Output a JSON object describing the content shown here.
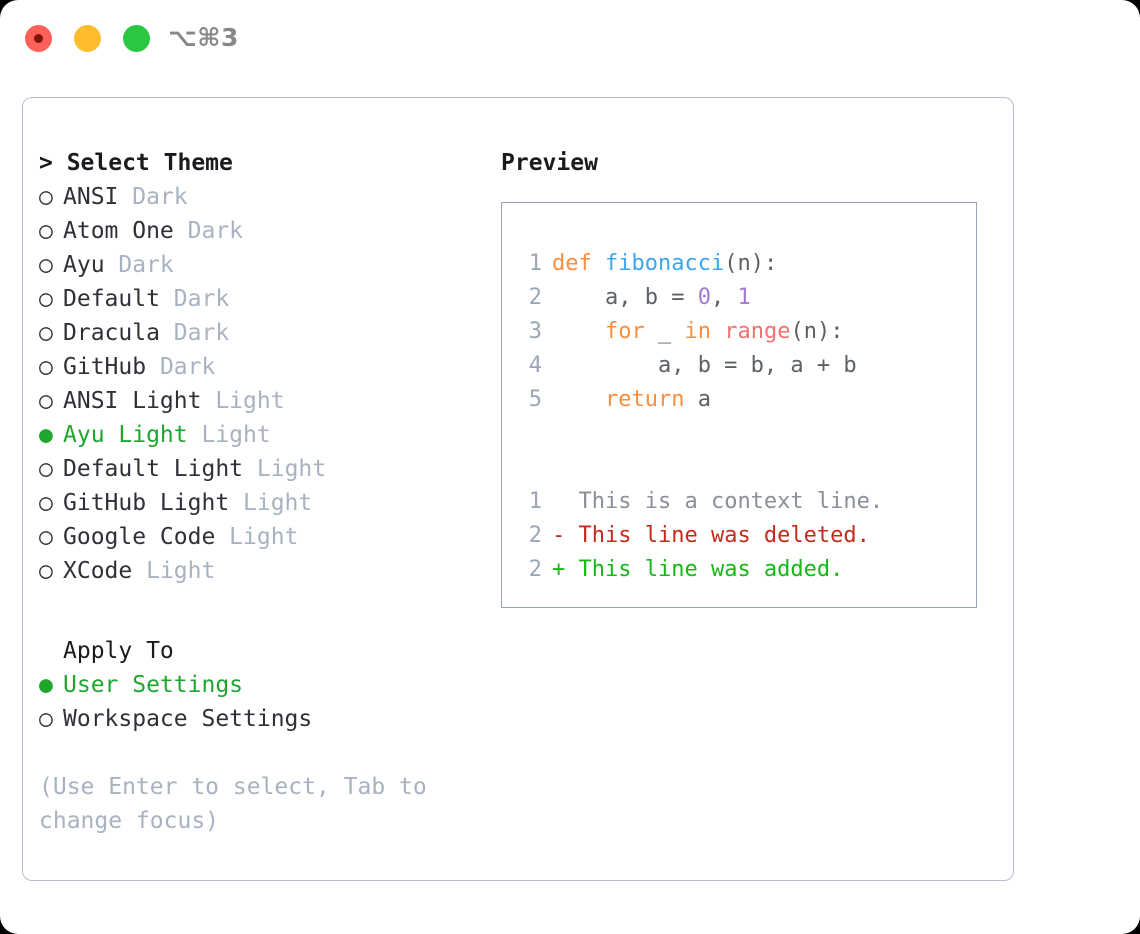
{
  "window": {
    "shortcut": "⌥⌘3",
    "traffic_lights": [
      {
        "name": "close",
        "color": "#ff6058"
      },
      {
        "name": "minimize",
        "color": "#ffbd2e"
      },
      {
        "name": "maximize",
        "color": "#28c840"
      }
    ]
  },
  "theme_section": {
    "title": "> Select Theme",
    "options": [
      {
        "bullet": "○",
        "label": "ANSI ",
        "suffix": "Dark",
        "selected": false
      },
      {
        "bullet": "○",
        "label": "Atom One ",
        "suffix": "Dark",
        "selected": false
      },
      {
        "bullet": "○",
        "label": "Ayu ",
        "suffix": "Dark",
        "selected": false
      },
      {
        "bullet": "○",
        "label": "Default ",
        "suffix": "Dark",
        "selected": false
      },
      {
        "bullet": "○",
        "label": "Dracula ",
        "suffix": "Dark",
        "selected": false
      },
      {
        "bullet": "○",
        "label": "GitHub ",
        "suffix": "Dark",
        "selected": false
      },
      {
        "bullet": "○",
        "label": "ANSI Light ",
        "suffix": "Light",
        "selected": false
      },
      {
        "bullet": "●",
        "label": "Ayu Light ",
        "suffix": "Light",
        "selected": true
      },
      {
        "bullet": "○",
        "label": "Default Light ",
        "suffix": "Light",
        "selected": false
      },
      {
        "bullet": "○",
        "label": "GitHub Light ",
        "suffix": "Light",
        "selected": false
      },
      {
        "bullet": "○",
        "label": "Google Code ",
        "suffix": "Light",
        "selected": false
      },
      {
        "bullet": "○",
        "label": "XCode ",
        "suffix": "Light",
        "selected": false
      }
    ]
  },
  "apply_section": {
    "title": "Apply To",
    "options": [
      {
        "bullet": "●",
        "label": "User Settings",
        "selected": true
      },
      {
        "bullet": "○",
        "label": "Workspace Settings",
        "selected": false
      }
    ]
  },
  "hint": "(Use Enter to select, Tab to change focus)",
  "preview": {
    "label": "Preview",
    "code_lines": [
      {
        "no": "1",
        "tokens": [
          {
            "t": "def ",
            "c": "kw"
          },
          {
            "t": "fibonacci",
            "c": "fn"
          },
          {
            "t": "(n):",
            "c": "plain"
          }
        ]
      },
      {
        "no": "2",
        "tokens": [
          {
            "t": "    a, b = ",
            "c": "plain"
          },
          {
            "t": "0",
            "c": "num"
          },
          {
            "t": ", ",
            "c": "plain"
          },
          {
            "t": "1",
            "c": "num"
          }
        ]
      },
      {
        "no": "3",
        "tokens": [
          {
            "t": "    ",
            "c": "plain"
          },
          {
            "t": "for",
            "c": "kw"
          },
          {
            "t": " _ ",
            "c": "plain"
          },
          {
            "t": "in",
            "c": "kw"
          },
          {
            "t": " ",
            "c": "plain"
          },
          {
            "t": "range",
            "c": "call"
          },
          {
            "t": "(n):",
            "c": "plain"
          }
        ]
      },
      {
        "no": "4",
        "tokens": [
          {
            "t": "        a, b = b, a + b",
            "c": "plain"
          }
        ]
      },
      {
        "no": "5",
        "tokens": [
          {
            "t": "    ",
            "c": "plain"
          },
          {
            "t": "return",
            "c": "kw"
          },
          {
            "t": " a",
            "c": "plain"
          }
        ]
      }
    ],
    "diff_lines": [
      {
        "no": "1",
        "marker": "  ",
        "text": "This is a context line.",
        "kind": "ctx"
      },
      {
        "no": "2",
        "marker": "- ",
        "text": "This line was deleted.",
        "kind": "del"
      },
      {
        "no": "2",
        "marker": "+ ",
        "text": "This line was added.",
        "kind": "add"
      }
    ]
  }
}
